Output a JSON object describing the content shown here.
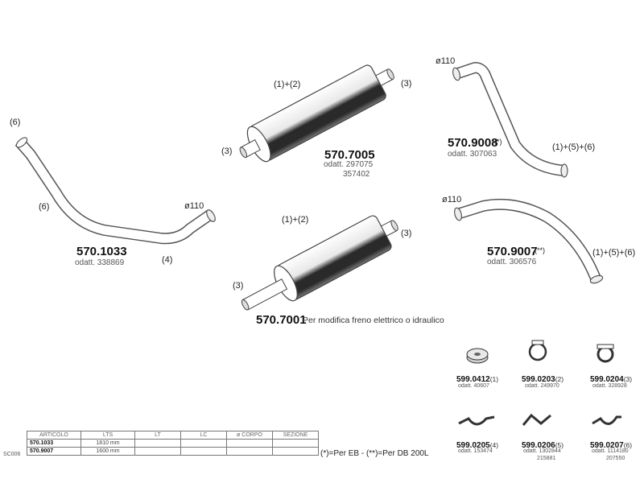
{
  "parts": {
    "p1033": {
      "code": "570.1033",
      "ref": "odatt. 338869",
      "callouts": [
        "(6)",
        "(6)",
        "ø110",
        "(4)"
      ]
    },
    "p7005": {
      "code": "570.7005",
      "refs": [
        "odatt. 297075",
        "357402"
      ],
      "callouts": [
        "(1)+(2)",
        "(3)",
        "(3)"
      ]
    },
    "p7001": {
      "code": "570.7001",
      "desc": "Per modifica freno elettrico o idraulico",
      "callouts": [
        "(1)+(2)",
        "(3)",
        "(3)"
      ]
    },
    "p9008": {
      "code": "570.9008",
      "mark": "(*)",
      "ref": "odatt. 307063",
      "callouts": [
        "ø110",
        "(1)+(5)+(6)"
      ]
    },
    "p9007": {
      "code": "570.9007",
      "mark": "(**)",
      "ref": "odatt. 306576",
      "callouts": [
        "ø110",
        "(1)+(5)+(6)"
      ]
    }
  },
  "accessories": [
    {
      "code": "599.0412",
      "idx": "(1)",
      "refs": [
        "odatt. 40607"
      ],
      "icon": "rubber-ring-icon"
    },
    {
      "code": "599.0203",
      "idx": "(2)",
      "refs": [
        "odatt. 249970"
      ],
      "icon": "clamp-icon"
    },
    {
      "code": "599.0204",
      "idx": "(3)",
      "refs": [
        "odatt. 328928"
      ],
      "icon": "clamp-icon"
    },
    {
      "code": "599.0205",
      "idx": "(4)",
      "refs": [
        "odatt. 153474"
      ],
      "icon": "bracket-icon"
    },
    {
      "code": "599.0206",
      "idx": "(5)",
      "refs": [
        "odatt. 1302844",
        "215881"
      ],
      "icon": "bracket-icon"
    },
    {
      "code": "599.0207",
      "idx": "(6)",
      "refs": [
        "odatt. 1114180",
        "207550"
      ],
      "icon": "bracket-icon"
    }
  ],
  "table": {
    "side_label": "SC006",
    "headers": [
      "ARTICOLO",
      "LTS",
      "LT",
      "LC",
      "ø CORPO",
      "SEZIONE"
    ],
    "rows": [
      [
        "570.1033",
        "1810 mm",
        "",
        "",
        "",
        ""
      ],
      [
        "570.9007",
        "1600 mm",
        "",
        "",
        "",
        ""
      ]
    ]
  },
  "footnote": "(*)=Per EB - (**)=Per DB 200L",
  "colors": {
    "line": "#555555",
    "muffler_stripe": "#2a2a2a",
    "shade": "#d0d0d0"
  }
}
